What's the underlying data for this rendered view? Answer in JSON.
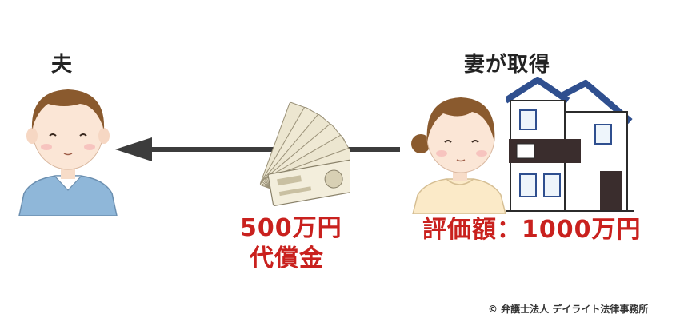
{
  "husband": {
    "label": "夫"
  },
  "wife": {
    "label": "妻が取得"
  },
  "payment": {
    "amount": "500万円",
    "type": "代償金"
  },
  "property": {
    "valuation": "評価額：1000万円"
  },
  "footer": {
    "copyright": "© 弁護士法人 デイライト法律事務所"
  },
  "colors": {
    "accent_red": "#c9211e",
    "arrow": "#3c3c3c",
    "roof_blue": "#2f4f8f",
    "shirt_blue": "#8fb7d9"
  }
}
